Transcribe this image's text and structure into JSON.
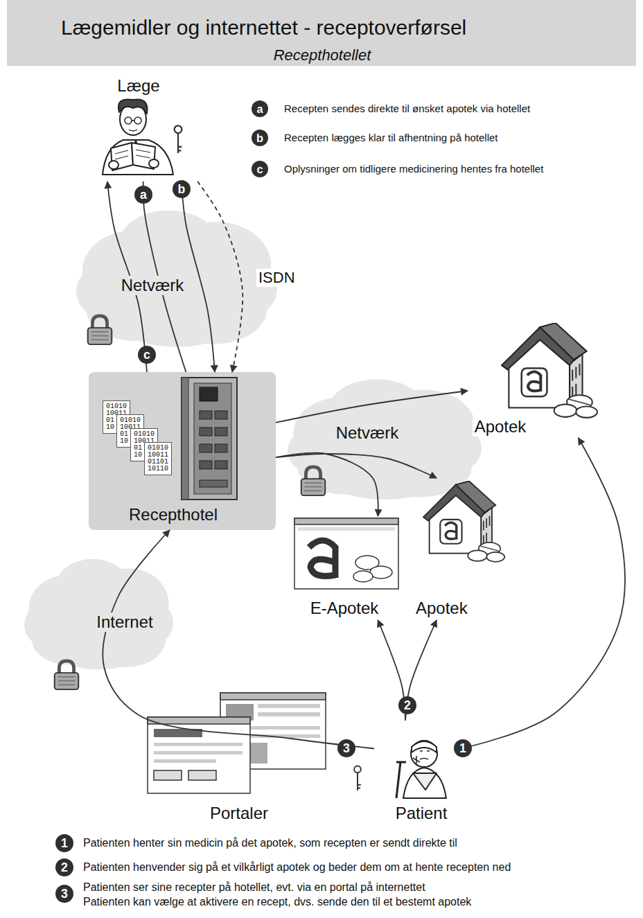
{
  "diagram": {
    "title": "Lægemidler og internettet - receptoverførsel",
    "nodes": [
      {
        "text": [
          "Læge"
        ]
      },
      {
        "text": [
          "Netværk"
        ]
      },
      {
        "text": [
          "Recepthotel"
        ]
      },
      {
        "text": [
          "Netværk"
        ]
      },
      {
        "text": [
          "Apotek"
        ]
      },
      {
        "text": [
          "E-Apotek"
        ]
      },
      {
        "text": [
          "Apotek"
        ]
      },
      {
        "text": [
          "Internet"
        ]
      },
      {
        "text": [
          "Portaler"
        ]
      },
      {
        "text": [
          "Patient"
        ]
      }
    ],
    "edges": [
      {
        "from": 0,
        "to": 2,
        "arrow": "none"
      },
      {
        "from": 0,
        "to": 2,
        "arrow": "to"
      },
      {
        "from": 0,
        "to": 2,
        "label": "ISDN",
        "arrow": "to"
      },
      {
        "from": 2,
        "to": 0,
        "arrow": "to"
      },
      {
        "from": 2,
        "to": 4,
        "arrow": "to"
      },
      {
        "from": 2,
        "to": 5,
        "arrow": "to"
      },
      {
        "from": 2,
        "to": 6,
        "arrow": "to"
      },
      {
        "from": 9,
        "to": 4,
        "arrow": "to"
      },
      {
        "from": 9,
        "to": 5,
        "arrow": "to"
      },
      {
        "from": 9,
        "to": 6,
        "arrow": "to"
      },
      {
        "from": 9,
        "to": 2,
        "arrow": "to"
      }
    ],
    "labels": [
      "Recepthotellet",
      "a",
      "Recepten sendes direkte til ønsket apotek via hotellet",
      "b",
      "Recepten lægges klar til afhentning på hotellet",
      "c",
      "Oplysninger om tidligere medicinering hentes fra hotellet",
      "a",
      "b",
      "c",
      "01010 10011 01 10",
      "01010 10011 01 10",
      "01010 10011 01 10",
      "01010 10011 01101 10110",
      "3",
      "2",
      "1",
      "1",
      "Patienten henter sin medicin på det apotek, som recepten er sendt direkte til",
      "2",
      "Patienten henvender sig på et vilkårligt apotek og beder dem om at hente recepten ned",
      "3",
      "Patienten ser sine recepter på hotellet, evt. via en portal på internettet",
      "Patienten kan vælge at aktivere en recept, dvs. sende den til et bestemt apotek"
    ]
  }
}
